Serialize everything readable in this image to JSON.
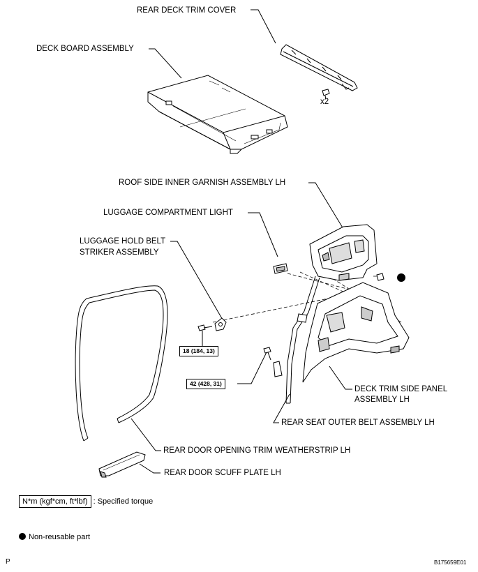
{
  "labels": {
    "rear_deck_trim_cover": "REAR DECK TRIM COVER",
    "deck_board_assembly": "DECK BOARD ASSEMBLY",
    "qty_x2": "x2",
    "roof_side_inner_garnish": "ROOF SIDE INNER GARNISH ASSEMBLY LH",
    "luggage_compartment_light": "LUGGAGE COMPARTMENT LIGHT",
    "luggage_hold_belt_line1": "LUGGAGE HOLD BELT",
    "luggage_hold_belt_line2": "STRIKER ASSEMBLY",
    "deck_trim_side_panel_line1": "DECK TRIM SIDE PANEL",
    "deck_trim_side_panel_line2": "ASSEMBLY LH",
    "rear_seat_outer_belt": "REAR SEAT OUTER BELT ASSEMBLY LH",
    "rear_door_opening_trim": "REAR DOOR OPENING TRIM WEATHERSTRIP LH",
    "rear_door_scuff_plate": "REAR DOOR SCUFF PLATE LH"
  },
  "torque": {
    "striker": "18 (184, 13)",
    "belt": "42 (428, 31)"
  },
  "legend": {
    "torque_units": "N*m (kgf*cm, ft*lbf)",
    "torque_desc": ": Specified torque",
    "non_reusable": "Non-reusable part"
  },
  "footer": {
    "left_mark": "P",
    "figure_id": "B175659E01"
  }
}
